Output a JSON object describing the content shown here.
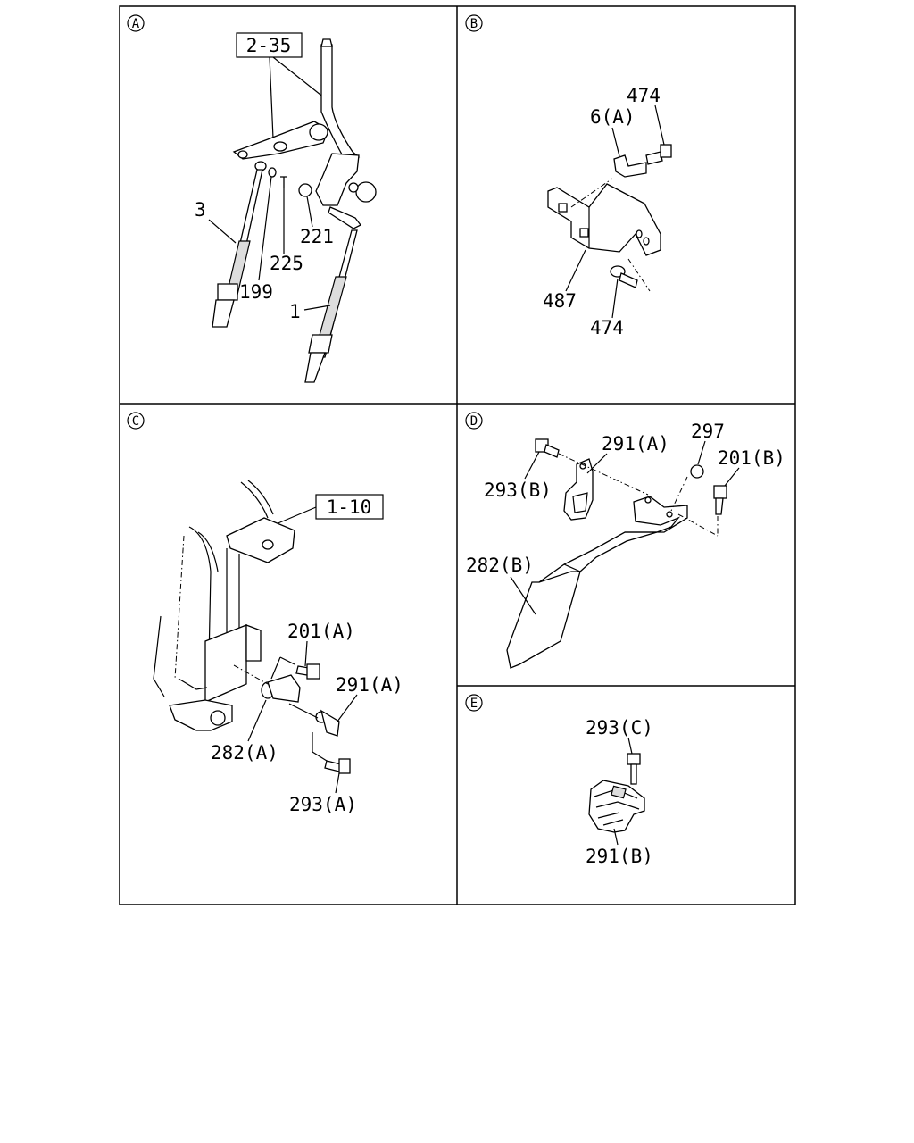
{
  "panels": {
    "A": {
      "letter": "A",
      "ref_box": "2-35",
      "labels": {
        "p3": "3",
        "p225": "225",
        "p199": "199",
        "p221": "221",
        "p1": "1"
      }
    },
    "B": {
      "letter": "B",
      "labels": {
        "p474_top": "474",
        "p6a": "6(A)",
        "p487": "487",
        "p474_bot": "474"
      }
    },
    "C": {
      "letter": "C",
      "ref_box": "1-10",
      "labels": {
        "p201a": "201(A)",
        "p291a": "291(A)",
        "p282a": "282(A)",
        "p293a": "293(A)"
      }
    },
    "D": {
      "letter": "D",
      "labels": {
        "p291a": "291(A)",
        "p297": "297",
        "p201b": "201(B)",
        "p293b": "293(B)",
        "p282b": "282(B)"
      }
    },
    "E": {
      "letter": "E",
      "labels": {
        "p293c": "293(C)",
        "p291b": "291(B)"
      }
    }
  }
}
